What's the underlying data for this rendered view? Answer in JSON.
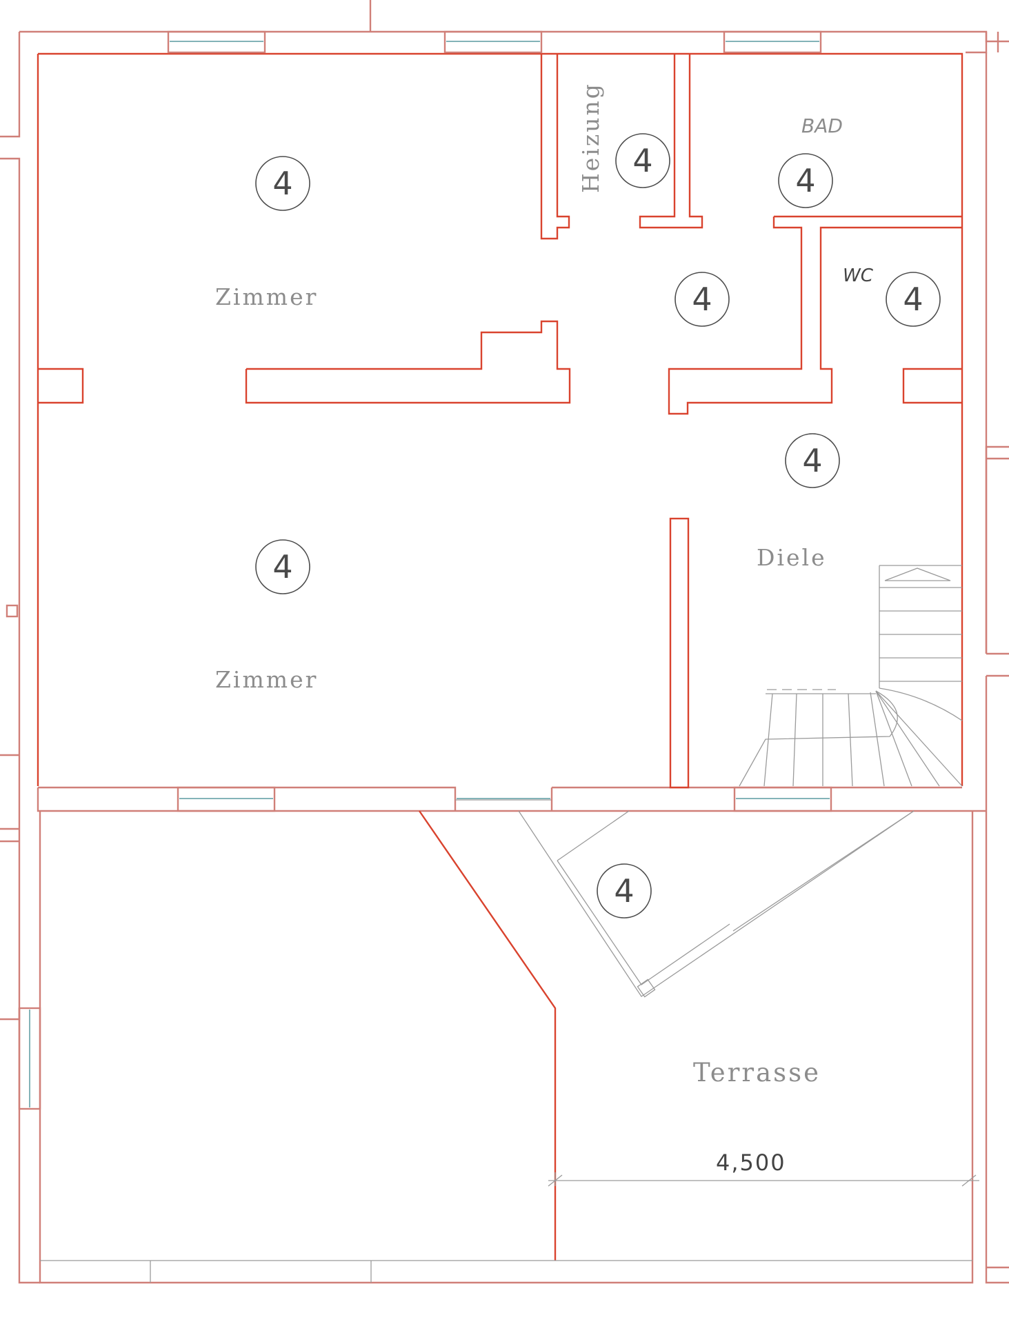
{
  "rooms": {
    "zimmer_top": "Zimmer",
    "zimmer_bottom": "Zimmer",
    "heizung": "Heizung",
    "bad": "BAD",
    "wc": "WC",
    "diele": "Diele",
    "terrasse": "Terrasse"
  },
  "tags": [
    "4",
    "4",
    "4",
    "4",
    "4",
    "4",
    "4",
    "4"
  ],
  "dimension": {
    "terrasse_width": "4,500"
  },
  "colors": {
    "wall": "#d9432e",
    "outline": "#d07f78",
    "glass": "#5a9aa0",
    "line": "#9a9a9a",
    "label": "#8c8c8c",
    "tag": "#4a4a4a",
    "dim": "#444444"
  }
}
